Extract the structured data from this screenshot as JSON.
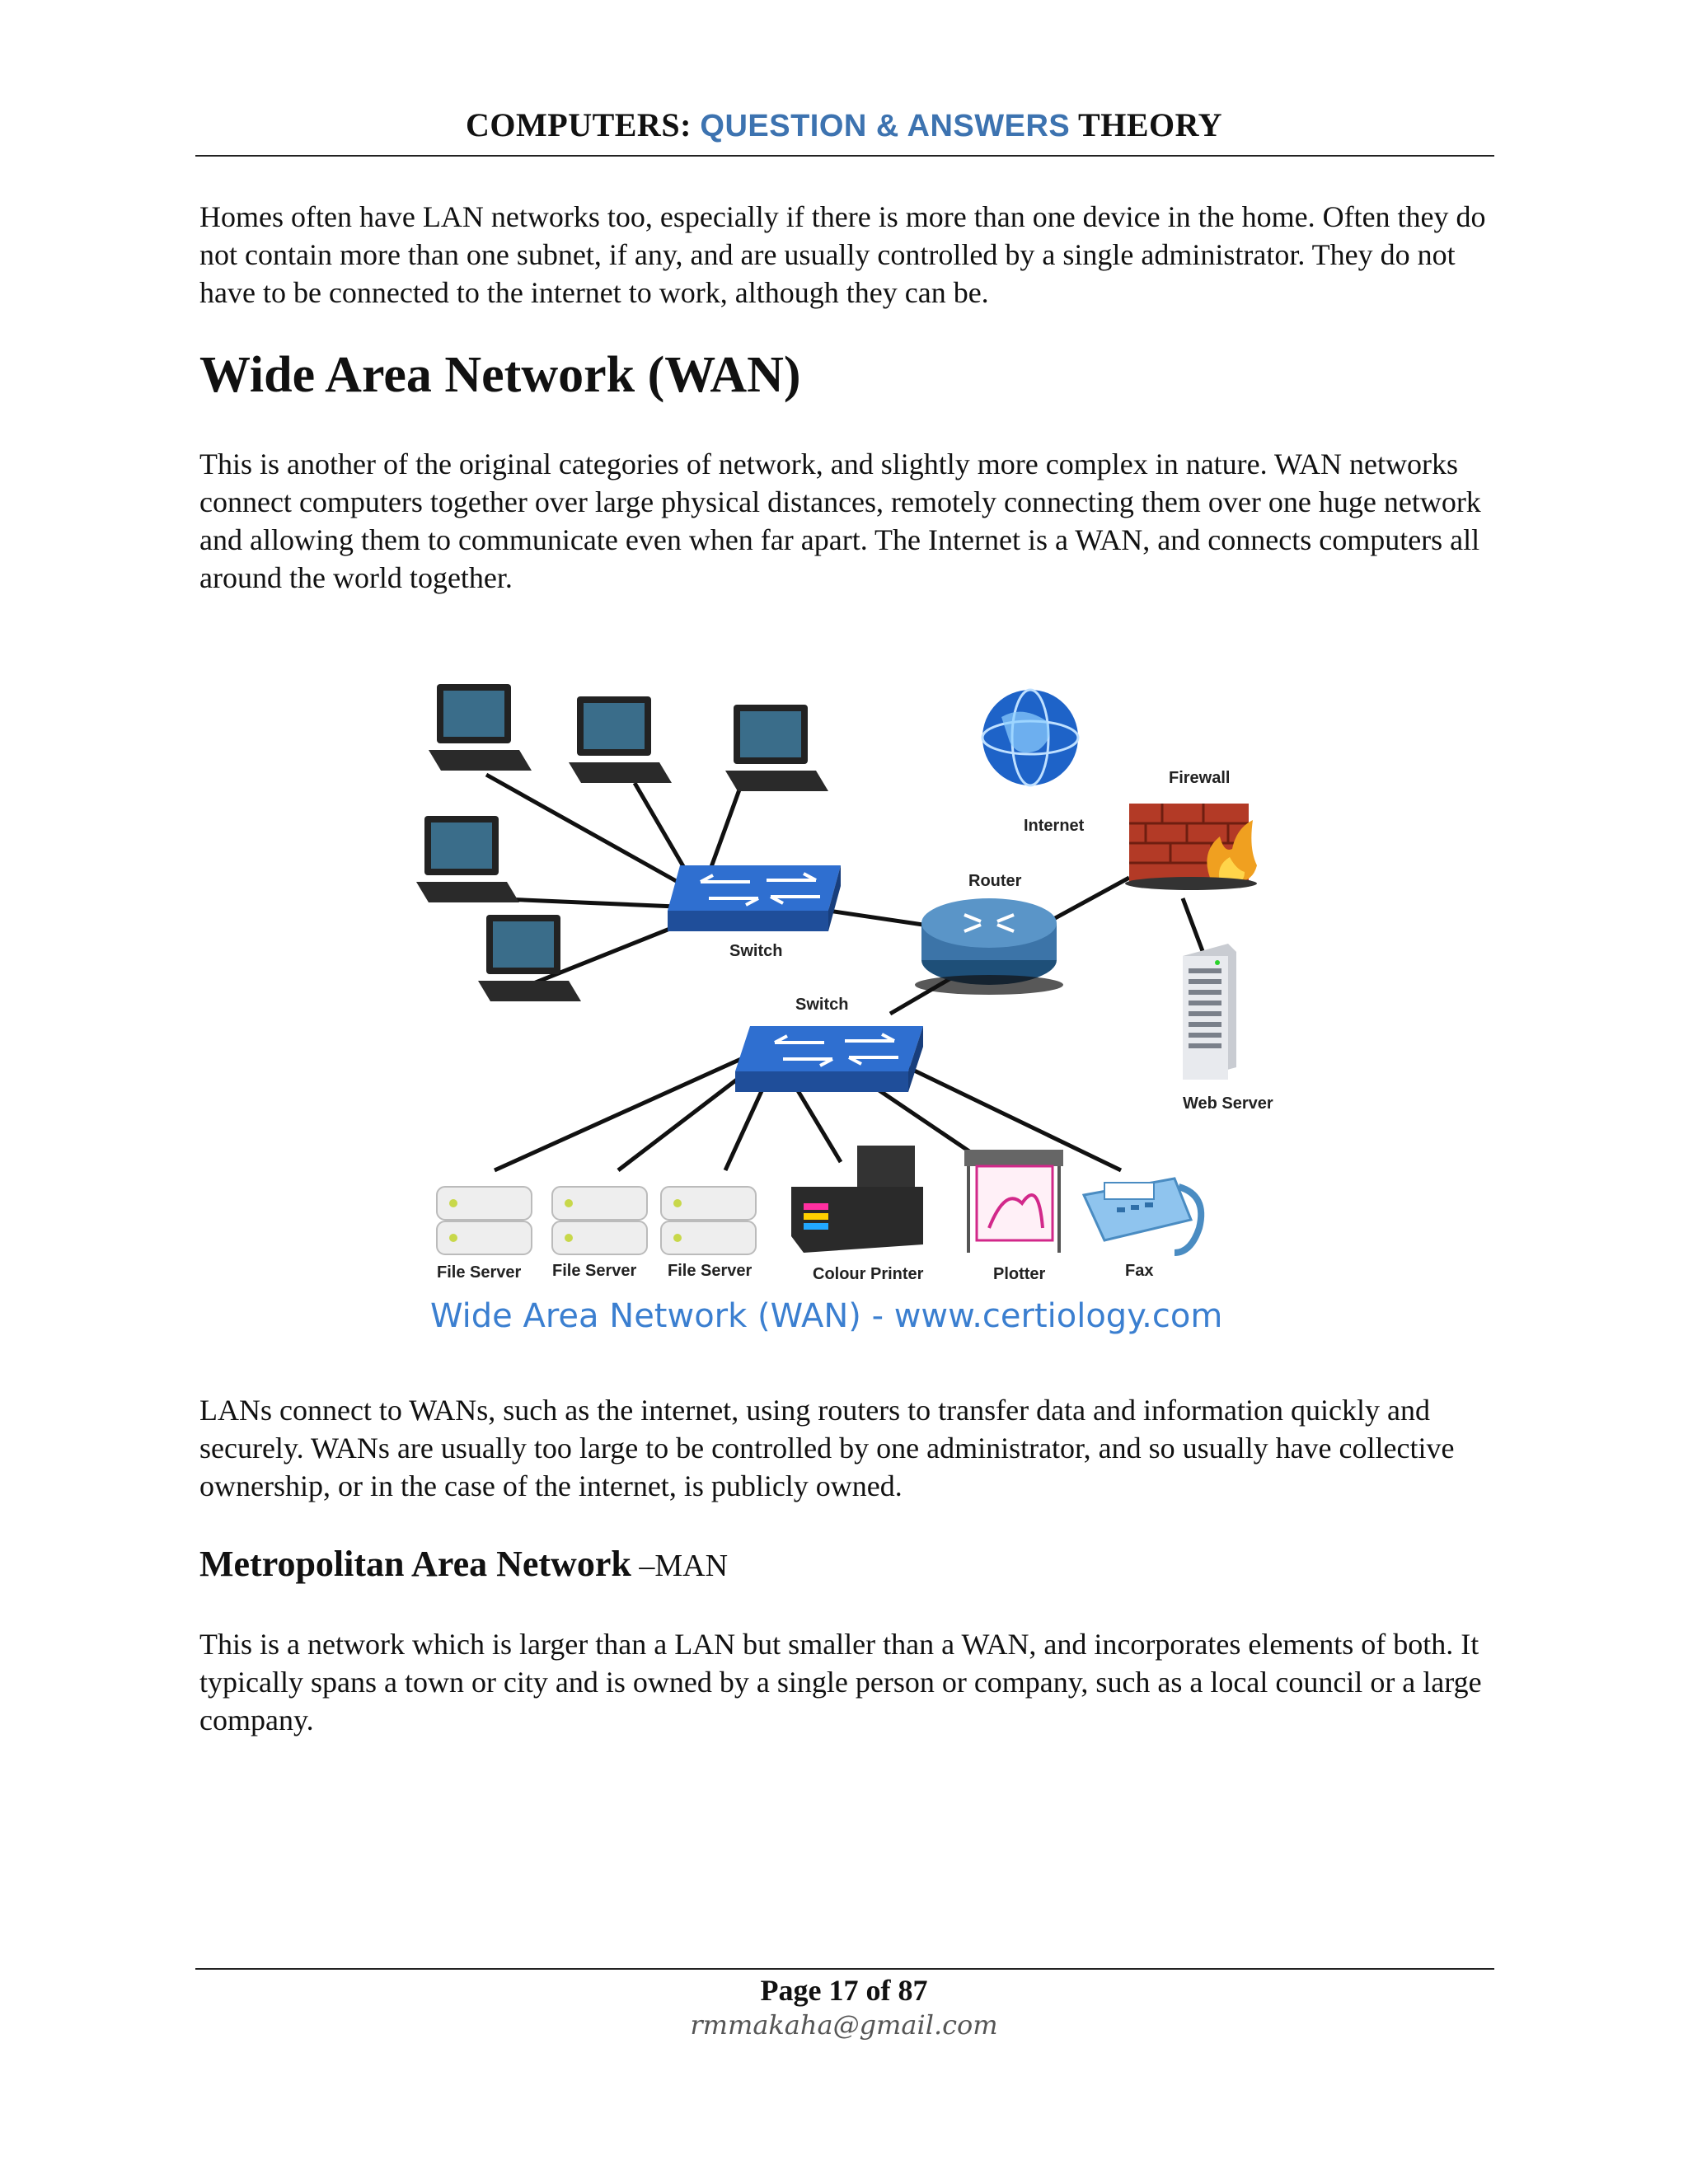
{
  "header": {
    "part1": "COMPUTERS",
    "colon": ":",
    "part2": "QUESTION & ANSWERS",
    "part3": "THEORY"
  },
  "intro_paragraph": "Homes often have LAN networks too, especially if there is more than one device in the home. Often they do not contain more than one subnet, if any, and are usually controlled by a single administrator. They do not have to be connected to the internet to work, although they can be.",
  "wan_heading": "Wide Area Network (WAN)",
  "wan_paragraph": "This is another of the original categories of network, and slightly more complex in nature. WAN networks connect computers together over large physical distances, remotely connecting them over one huge network and allowing them to communicate even when far apart. The Internet is a WAN, and connects computers all around the world together.",
  "figure": {
    "labels": {
      "internet": "Internet",
      "firewall": "Firewall",
      "router": "Router",
      "switch_top": "Switch",
      "switch_bottom": "Switch",
      "web_server": "Web Server",
      "file_server_1": "File Server",
      "file_server_2": "File Server",
      "file_server_3": "File Server",
      "colour_printer": "Colour Printer",
      "plotter": "Plotter",
      "fax": "Fax"
    },
    "caption": "Wide Area Network (WAN) - www.certiology.com",
    "colors": {
      "switch": "#2f6fd0",
      "router": "#3c74a8",
      "caption": "#3b7fd0",
      "firewall": "#b33a26"
    }
  },
  "lan_wan_paragraph": "LANs connect to WANs, such as the internet, using routers to transfer data and information quickly and securely. WANs are usually too large to be controlled by one administrator, and so usually have collective ownership, or in the case of the internet, is publicly owned.",
  "man_heading": {
    "bold": "Metropolitan Area Network",
    "suffix": " –MAN"
  },
  "man_paragraph": "This is a network which is larger than a LAN but smaller than a WAN, and incorporates elements of both. It typically spans a town or city and is owned by a single person or company, such as a local council or a large company.",
  "footer": {
    "page": "Page 17 of 87",
    "email": "rmmakaha@gmail.com"
  }
}
